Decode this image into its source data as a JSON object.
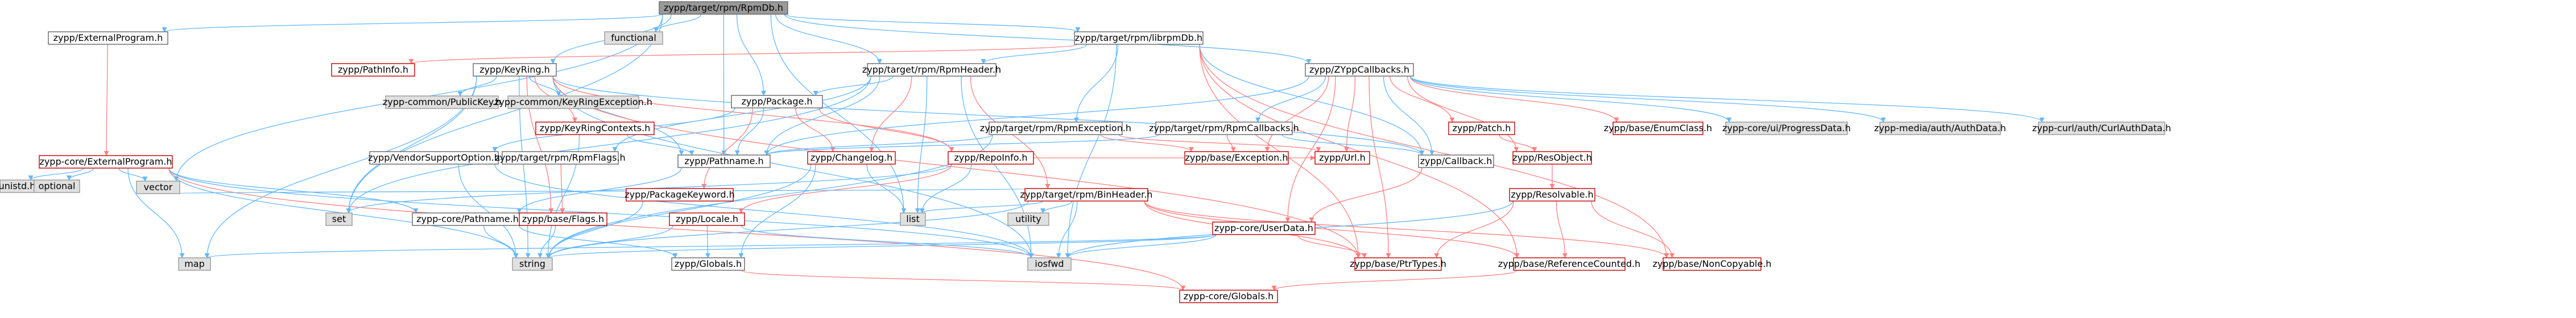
{
  "graph": {
    "root": "zypp/target/rpm/RpmDb.h",
    "node_labels": {
      "n_rpmdb": "zypp/target/rpm/RpmDb.h",
      "n_extprog": "zypp/ExternalProgram.h",
      "n_functional": "functional",
      "n_librpmdb": "zypp/target/rpm/librpmDb.h",
      "n_pathinfo": "zypp/PathInfo.h",
      "n_keyring": "zypp/KeyRing.h",
      "n_rpmheader": "zypp/target/rpm/RpmHeader.h",
      "n_zyppcallbacks": "zypp/ZYppCallbacks.h",
      "n_extprogcore": "zypp-core/ExternalProgram.h",
      "n_unistd": "unistd.h",
      "n_optional": "optional",
      "n_vector": "vector",
      "n_map": "map",
      "n_string": "string",
      "n_set": "set",
      "n_pubkey": "zypp-common/PublicKey.h",
      "n_keyringexc": "zypp-common/KeyRingException.h",
      "n_keyringctx": "zypp/KeyRingContexts.h",
      "n_package": "zypp/Package.h",
      "n_vendorsupp": "zypp/VendorSupportOption.h",
      "n_rpmflags": "zypp/target/rpm/RpmFlags.h",
      "n_corepathname": "zypp-core/Pathname.h",
      "n_pathname": "zypp/Pathname.h",
      "n_packagekw": "zypp/PackageKeyword.h",
      "n_changelog": "zypp/Changelog.h",
      "n_rpmexc": "zypp/target/rpm/RpmException.h",
      "n_repoinfo": "zypp/RepoInfo.h",
      "n_rpmcallbacks": "zypp/target/rpm/RpmCallbacks.h",
      "n_binheader": "zypp/target/rpm/BinHeader.h",
      "n_baseflags": "zypp/base/Flags.h",
      "n_locale": "zypp/Locale.h",
      "n_globals": "zypp/Globals.h",
      "n_list": "list",
      "n_utility": "utility",
      "n_iosfwd": "iosfwd",
      "n_baseexc": "zypp/base/Exception.h",
      "n_url": "zypp/Url.h",
      "n_callback": "zypp/Callback.h",
      "n_userdata": "zypp-core/UserData.h",
      "n_patch": "zypp/Patch.h",
      "n_resobject": "zypp/ResObject.h",
      "n_resolvable": "zypp/Resolvable.h",
      "n_enumclass": "zypp/base/EnumClass.h",
      "n_progressdata": "zypp-core/ui/ProgressData.h",
      "n_authdata": "zypp-media/auth/AuthData.h",
      "n_curlauth": "zypp-curl/auth/CurlAuthData.h",
      "n_ptrtypes": "zypp/base/PtrTypes.h",
      "n_refcounted": "zypp/base/ReferenceCounted.h",
      "n_noncopyable": "zypp/base/NonCopyable.h",
      "n_coreglobals": "zypp-core/Globals.h"
    },
    "colors": {
      "edge_normal": "#63b8ff",
      "edge_missing_target": "#ff8080",
      "node_missing_border": "#bf0000",
      "node_documented_border": "#666666",
      "node_external_fill": "#e0e0e0",
      "node_root_fill": "#999999"
    }
  }
}
